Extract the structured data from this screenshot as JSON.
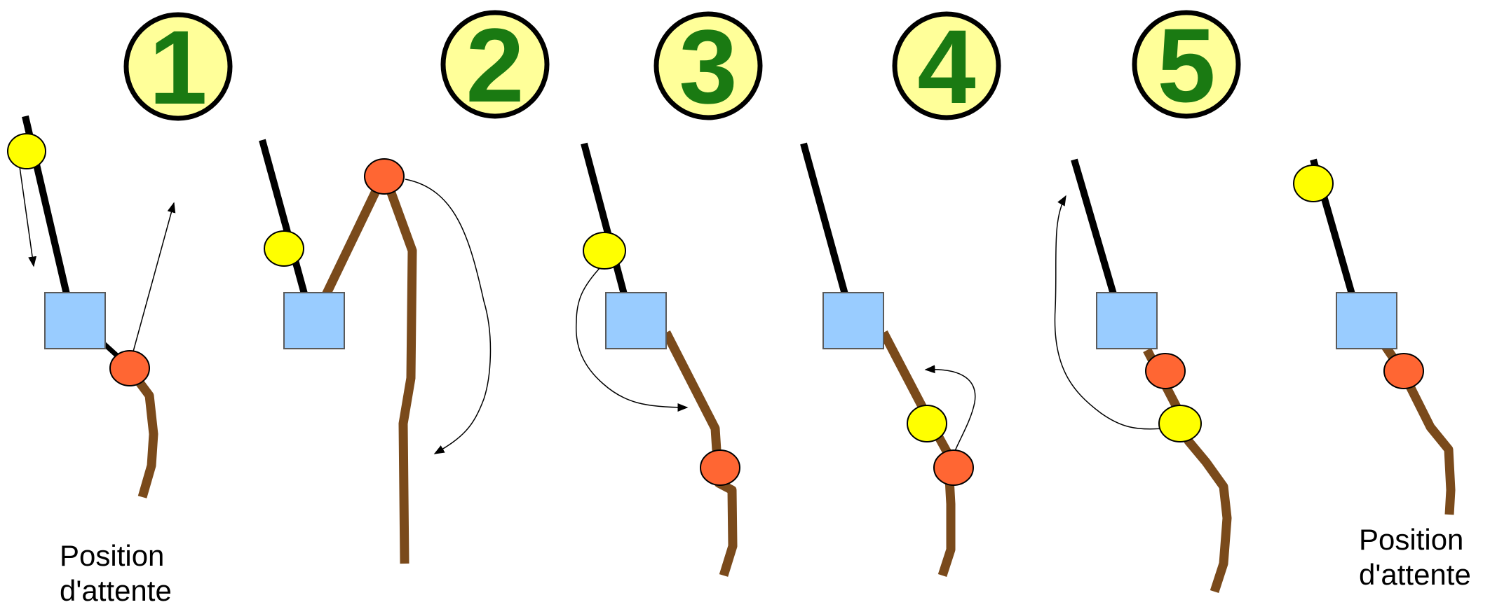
{
  "steps": [
    "1",
    "2",
    "3",
    "4",
    "5"
  ],
  "captions": {
    "first": [
      "Position",
      "d'attente"
    ],
    "last": [
      "Position",
      "d'attente"
    ]
  },
  "colors": {
    "badge_fill": "#ffff99",
    "badge_stroke": "#000000",
    "number": "#1a7a12",
    "pole": "#000000",
    "rope": "#7a4a1b",
    "block": "#99ccff",
    "block_stroke": "#5a5a5a",
    "knot_yellow": "#ffff00",
    "knot_orange": "#ff6633",
    "arrow": "#000000"
  }
}
